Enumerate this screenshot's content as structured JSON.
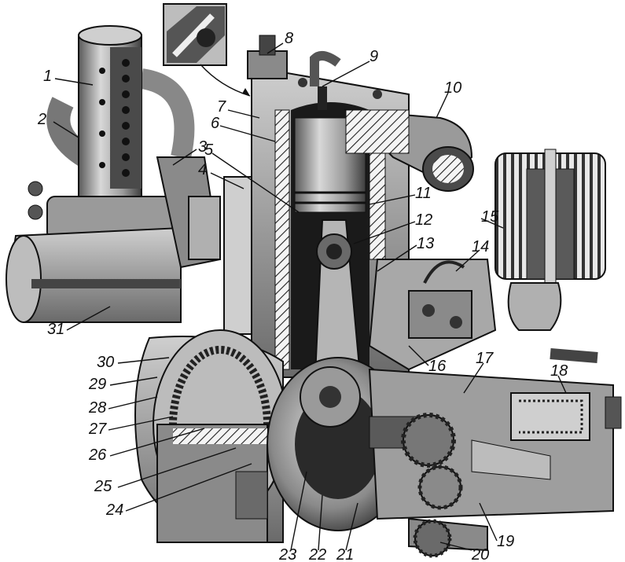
{
  "figure": {
    "callouts": [
      {
        "id": "1",
        "text": "1"
      },
      {
        "id": "2",
        "text": "2"
      },
      {
        "id": "3",
        "text": "3"
      },
      {
        "id": "4",
        "text": "4"
      },
      {
        "id": "5",
        "text": "5"
      },
      {
        "id": "6",
        "text": "6"
      },
      {
        "id": "7",
        "text": "7"
      },
      {
        "id": "8",
        "text": "8"
      },
      {
        "id": "9",
        "text": "9"
      },
      {
        "id": "10",
        "text": "10"
      },
      {
        "id": "11",
        "text": "11"
      },
      {
        "id": "12",
        "text": "12"
      },
      {
        "id": "13",
        "text": "13"
      },
      {
        "id": "14",
        "text": "14"
      },
      {
        "id": "15",
        "text": "15"
      },
      {
        "id": "16",
        "text": "16"
      },
      {
        "id": "17",
        "text": "17"
      },
      {
        "id": "18",
        "text": "18"
      },
      {
        "id": "19",
        "text": "19"
      },
      {
        "id": "20",
        "text": "20"
      },
      {
        "id": "21",
        "text": "21"
      },
      {
        "id": "22",
        "text": "22"
      },
      {
        "id": "23",
        "text": "23"
      },
      {
        "id": "24",
        "text": "24"
      },
      {
        "id": "25",
        "text": "25"
      },
      {
        "id": "26",
        "text": "26"
      },
      {
        "id": "27",
        "text": "27"
      },
      {
        "id": "28",
        "text": "28"
      },
      {
        "id": "29",
        "text": "29"
      },
      {
        "id": "30",
        "text": "30"
      },
      {
        "id": "31",
        "text": "31"
      }
    ],
    "colors": {
      "ink": "#111111",
      "metal_light": "#d6d6d6",
      "metal_mid": "#9a9a9a",
      "metal_dark": "#4a4a4a",
      "paper": "#ffffff"
    }
  }
}
